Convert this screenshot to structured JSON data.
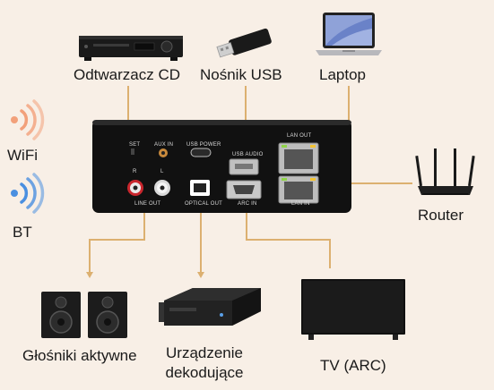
{
  "device": {
    "ports": {
      "set": "SET",
      "aux_in": "AUX IN",
      "usb_power": "USB POWER",
      "usb_audio": "USB AUDIO",
      "lan_out": "LAN OUT",
      "r": "R",
      "l": "L",
      "line_out": "LINE OUT",
      "optical_out": "OPTICAL OUT",
      "arc_in": "ARC IN",
      "lan_in": "LAN IN"
    }
  },
  "labels": {
    "cd_player": "Odtwarzacz CD",
    "usb_stick": "Nośnik USB",
    "laptop": "Laptop",
    "wifi": "WiFi",
    "bt": "BT",
    "router": "Router",
    "speakers": "Głośniki aktywne",
    "decoder": "Urządzenie dekodujące",
    "tv": "TV (ARC)"
  },
  "colors": {
    "background": "#f8efe6",
    "wire": "#dcb070",
    "device": "#111111",
    "wifi_icon": "#f2a07a",
    "bt_icon": "#4a8fe0"
  }
}
